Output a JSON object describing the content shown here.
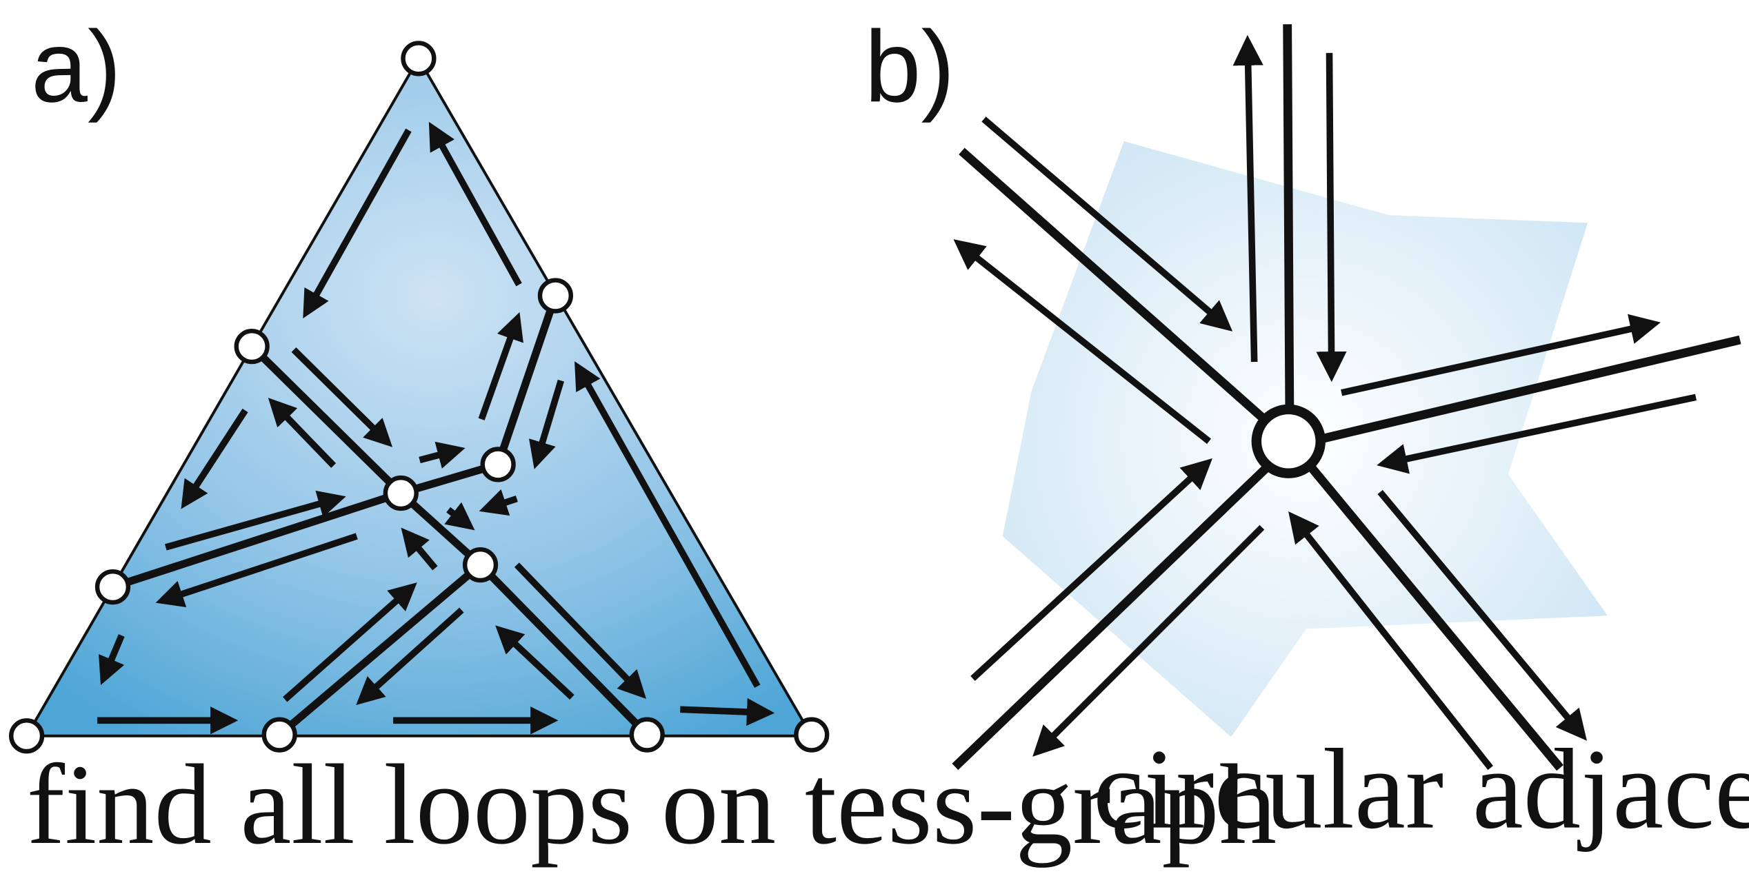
{
  "panel_a": {
    "label": "a)",
    "caption": "find all loops on tess-graph"
  },
  "panel_b": {
    "label": "b)",
    "caption": "circular adjacent"
  },
  "colors": {
    "fill_dark": "#4fa6d6",
    "fill_light": "#cfe3f4",
    "ink": "#111111",
    "node_fill": "#ffffff"
  }
}
